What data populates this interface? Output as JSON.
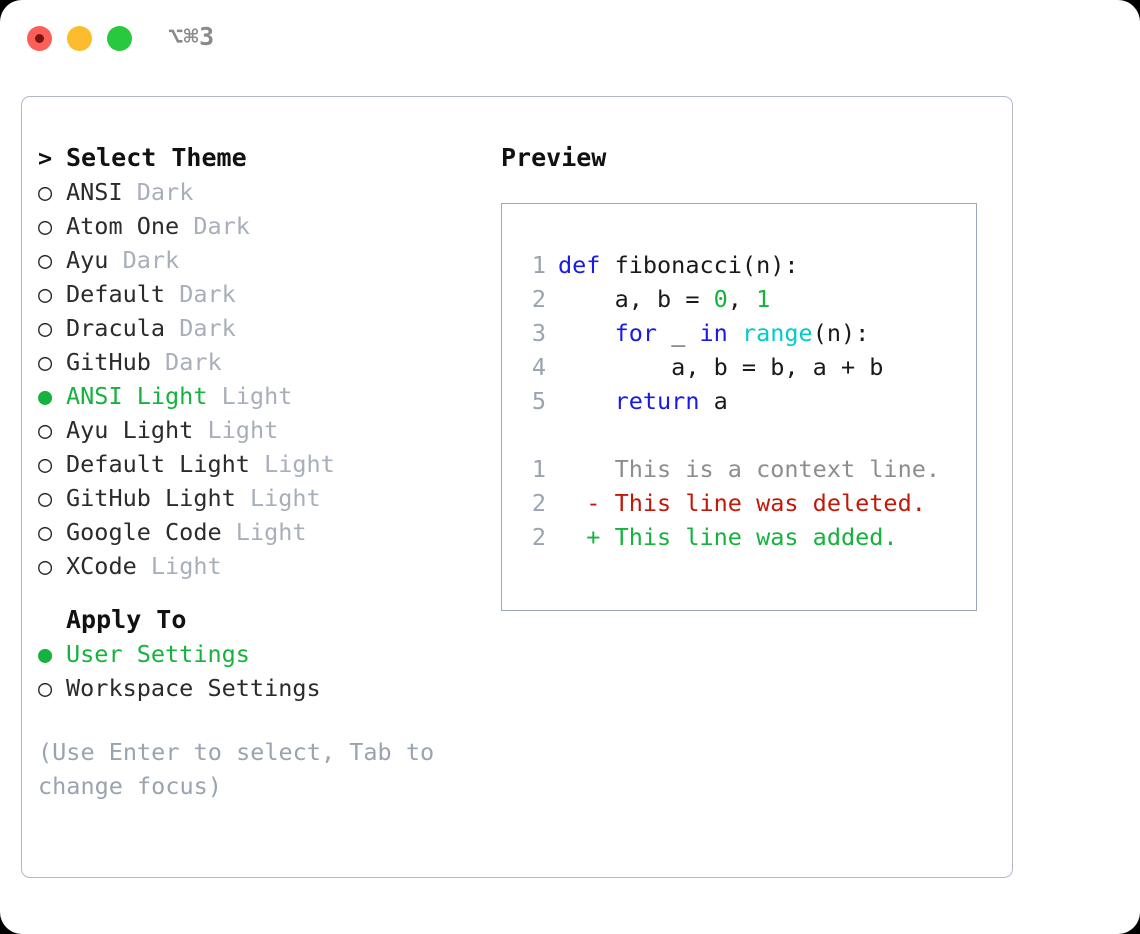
{
  "titlebar": {
    "shortcut": "⌥⌘3",
    "buttons": {
      "close": "close-window",
      "minimize": "minimize-window",
      "zoom": "zoom-window"
    }
  },
  "colors": {
    "accent_green": "#15b33e",
    "muted": "#a8afbb",
    "hint": "#9aa3b0",
    "panel_border": "#b3bac6",
    "preview_border": "#9aa8ba",
    "keyword_blue": "#1a1ae6",
    "function_cyan": "#00cccc",
    "diff_delete_red": "#c21807",
    "diff_context_gray": "#8d8d8d"
  },
  "theme_section": {
    "marker": ">",
    "title": "Select Theme",
    "bullet_selected": "●",
    "bullet_unselected": "○",
    "items": [
      {
        "name": "ANSI",
        "variant": "Dark",
        "selected": false
      },
      {
        "name": "Atom One",
        "variant": "Dark",
        "selected": false
      },
      {
        "name": "Ayu",
        "variant": "Dark",
        "selected": false
      },
      {
        "name": "Default",
        "variant": "Dark",
        "selected": false
      },
      {
        "name": "Dracula",
        "variant": "Dark",
        "selected": false
      },
      {
        "name": "GitHub",
        "variant": "Dark",
        "selected": false
      },
      {
        "name": "ANSI Light",
        "variant": "Light",
        "selected": true
      },
      {
        "name": "Ayu Light",
        "variant": "Light",
        "selected": false
      },
      {
        "name": "Default Light",
        "variant": "Light",
        "selected": false
      },
      {
        "name": "GitHub Light",
        "variant": "Light",
        "selected": false
      },
      {
        "name": "Google Code",
        "variant": "Light",
        "selected": false
      },
      {
        "name": "XCode",
        "variant": "Light",
        "selected": false
      }
    ]
  },
  "apply_section": {
    "marker": " ",
    "title": "Apply To",
    "items": [
      {
        "name": "User Settings",
        "selected": true
      },
      {
        "name": "Workspace Settings",
        "selected": false
      }
    ]
  },
  "hint": "(Use Enter to select, Tab to change focus)",
  "preview": {
    "title": "Preview",
    "code_lines": [
      {
        "number": "1",
        "tokens": [
          {
            "text": "def ",
            "kind": "kw"
          },
          {
            "text": "fibonacci(n):",
            "kind": "plain"
          }
        ]
      },
      {
        "number": "2",
        "tokens": [
          {
            "text": "    a, b = ",
            "kind": "plain"
          },
          {
            "text": "0",
            "kind": "num"
          },
          {
            "text": ", ",
            "kind": "plain"
          },
          {
            "text": "1",
            "kind": "num"
          }
        ]
      },
      {
        "number": "3",
        "tokens": [
          {
            "text": "    ",
            "kind": "plain"
          },
          {
            "text": "for",
            "kind": "kw"
          },
          {
            "text": " _ ",
            "kind": "plain"
          },
          {
            "text": "in",
            "kind": "kw"
          },
          {
            "text": " ",
            "kind": "plain"
          },
          {
            "text": "range",
            "kind": "fn"
          },
          {
            "text": "(n):",
            "kind": "plain"
          }
        ]
      },
      {
        "number": "4",
        "tokens": [
          {
            "text": "        a, b = b, a + b",
            "kind": "plain"
          }
        ]
      },
      {
        "number": "5",
        "tokens": [
          {
            "text": "    ",
            "kind": "plain"
          },
          {
            "text": "return",
            "kind": "kw"
          },
          {
            "text": " a",
            "kind": "plain"
          }
        ]
      }
    ],
    "diff_lines": [
      {
        "number": "1",
        "sign": " ",
        "text": " This is a context line.",
        "kind": "ctx"
      },
      {
        "number": "2",
        "sign": "-",
        "text": " This line was deleted.",
        "kind": "del"
      },
      {
        "number": "2",
        "sign": "+",
        "text": " This line was added.",
        "kind": "add"
      }
    ]
  }
}
